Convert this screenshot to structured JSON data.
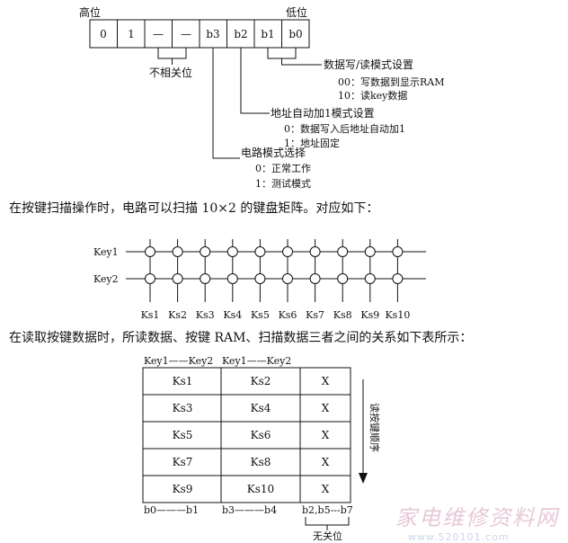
{
  "register": {
    "high_label": "高位",
    "low_label": "低位",
    "bits": [
      "0",
      "1",
      "—",
      "—",
      "b3",
      "b2",
      "b1",
      "b0"
    ],
    "dont_care_label": "不相关位"
  },
  "settings": {
    "data_rw": {
      "title": "数据写/读模式设置",
      "opt0": "00：写数据到显示RAM",
      "opt1": "10：读key数据"
    },
    "addr_inc": {
      "title": "地址自动加1模式设置",
      "opt0": "0：数据写入后地址自动加1",
      "opt1": "1：地址固定"
    },
    "circuit": {
      "title": "电路模式选择",
      "opt0": "0：正常工作",
      "opt1": "1：测试模式"
    }
  },
  "para1": "在按键扫描操作时，电路可以扫描 10×2 的键盘矩阵。对应如下：",
  "matrix": {
    "rows": [
      "Key1",
      "Key2"
    ],
    "cols": [
      "Ks1",
      "Ks2",
      "Ks3",
      "Ks4",
      "Ks5",
      "Ks6",
      "Ks7",
      "Ks8",
      "Ks9",
      "Ks10"
    ]
  },
  "para2": "在读取按键数据时，所读数据、按键 RAM、扫描数据三者之间的关系如下表所示：",
  "table": {
    "col_headers": [
      "Key1——Key2",
      "Key1——Key2"
    ],
    "rows": [
      [
        "Ks1",
        "Ks2",
        "X"
      ],
      [
        "Ks3",
        "Ks4",
        "X"
      ],
      [
        "Ks5",
        "Ks6",
        "X"
      ],
      [
        "Ks7",
        "Ks8",
        "X"
      ],
      [
        "Ks9",
        "Ks10",
        "X"
      ]
    ],
    "footers": [
      "b0———b1",
      "b3———b4",
      "b2,b5---b7"
    ],
    "dont_care_label": "无关位",
    "order_label": "读按键顺序"
  },
  "watermark": {
    "text": "家电维修资料网",
    "url": "www.520101.com"
  }
}
